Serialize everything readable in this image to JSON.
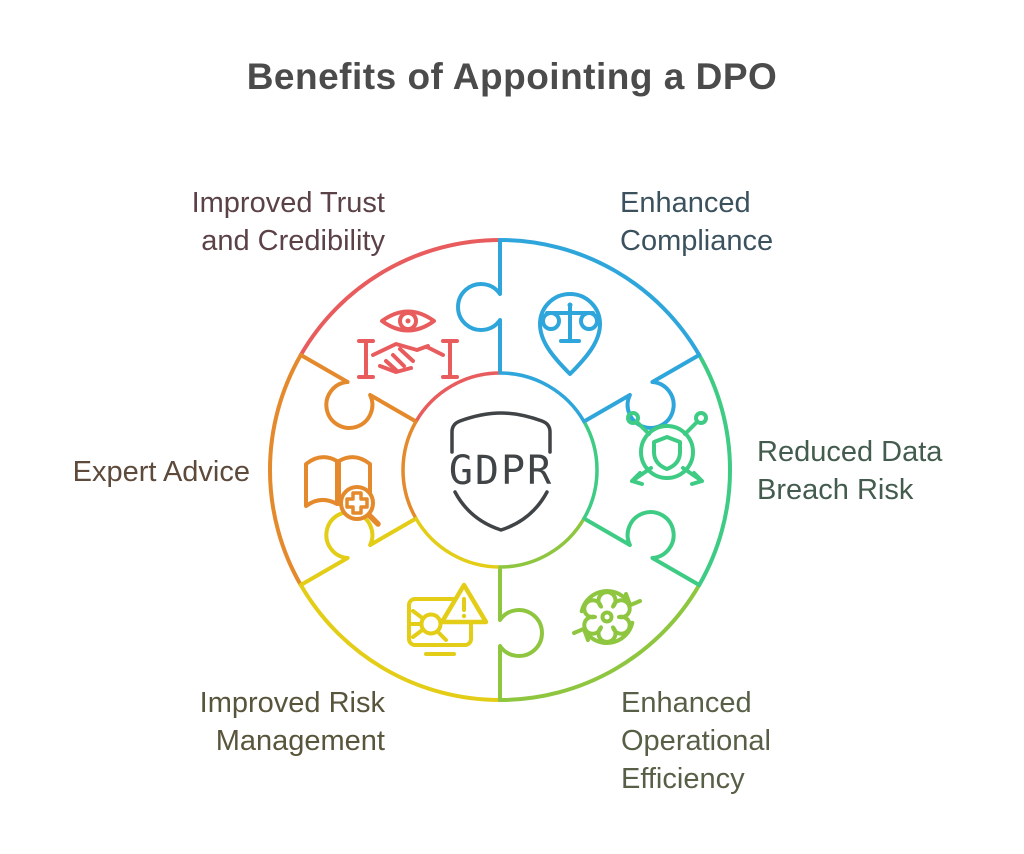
{
  "title": "Benefits of Appointing a DPO",
  "center": {
    "label": "GDPR",
    "color": "#404447"
  },
  "segments": [
    {
      "id": "trust",
      "label": "Improved Trust\nand Credibility",
      "color": "#e85c5e",
      "label_color": "#5b4247",
      "icon": "eye-handshake-icon"
    },
    {
      "id": "compliance",
      "label": "Enhanced\nCompliance",
      "color": "#2fa6db",
      "label_color": "#3b525e",
      "icon": "scales-location-pin-icon"
    },
    {
      "id": "breach",
      "label": "Reduced Data\nBreach Risk",
      "color": "#3ecb84",
      "label_color": "#435c4e",
      "icon": "shield-network-icon"
    },
    {
      "id": "efficiency",
      "label": "Enhanced\nOperational\nEfficiency",
      "color": "#8fc640",
      "label_color": "#575f47",
      "icon": "gear-refresh-icon"
    },
    {
      "id": "risk",
      "label": "Improved Risk\nManagement",
      "color": "#e3cd17",
      "label_color": "#59553c",
      "icon": "monitor-bug-alert-icon"
    },
    {
      "id": "advice",
      "label": "Expert Advice",
      "color": "#e48a2c",
      "label_color": "#5d4a3b",
      "icon": "book-magnifier-icon"
    }
  ]
}
